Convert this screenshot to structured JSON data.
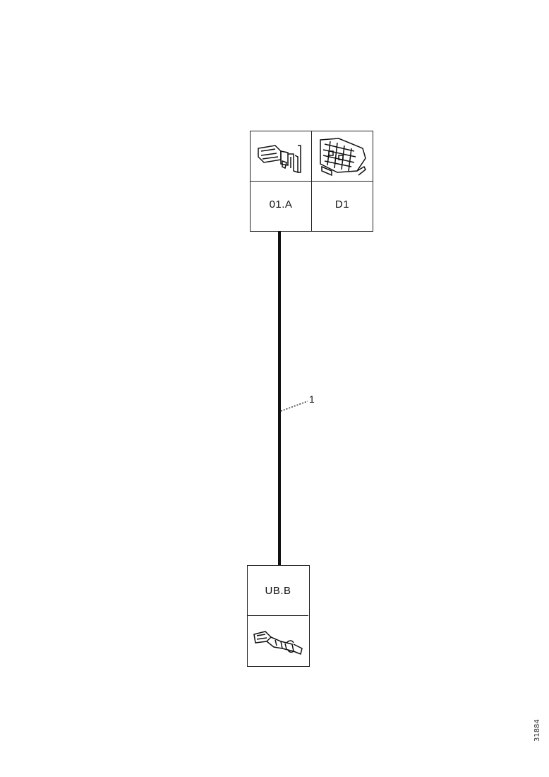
{
  "connectors": {
    "top": {
      "terminal_label": "01.A",
      "housing_label": "D1",
      "terminal_icon": "terminal-pin-icon",
      "housing_icon": "connector-housing-icon"
    },
    "bottom": {
      "label": "UB.B",
      "terminal_icon": "terminal-pin-icon"
    }
  },
  "wire": {
    "number": "1"
  },
  "drawing_code": "31884"
}
